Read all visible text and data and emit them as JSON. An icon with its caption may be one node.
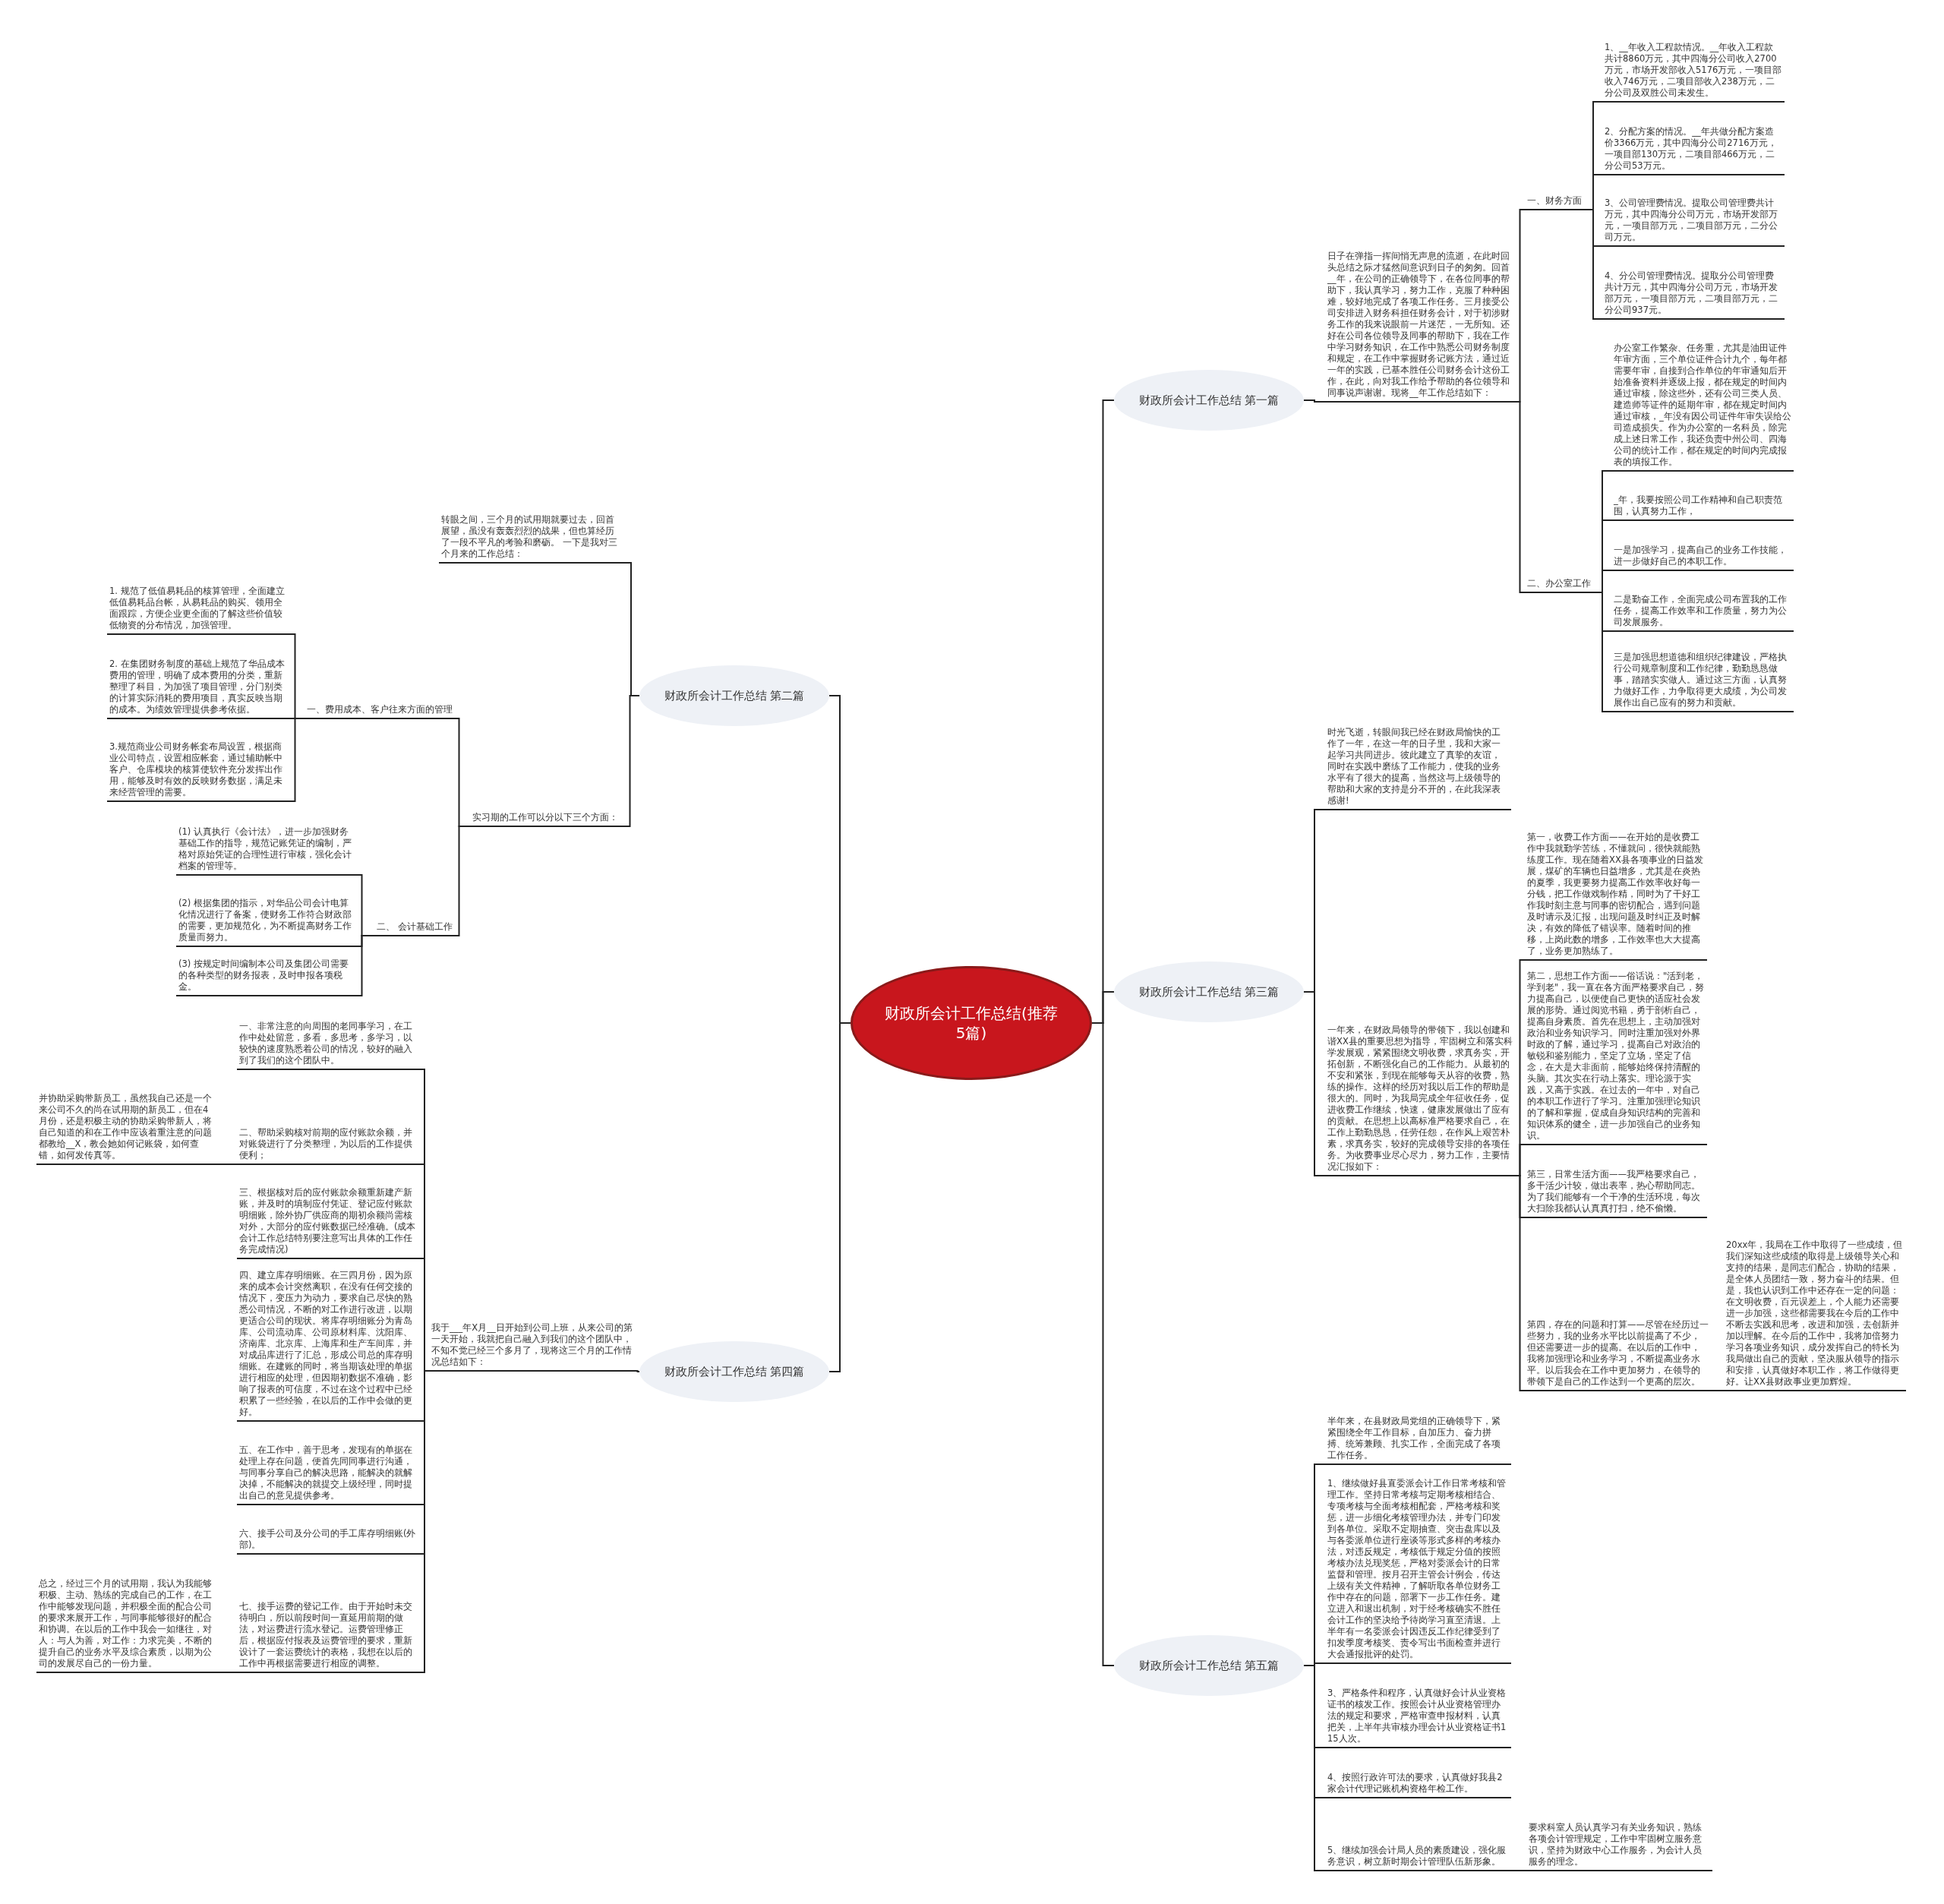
{
  "diagram": {
    "nodes": [
      {
        "text": [
          "财政所会计工作总结(推荐5篇)"
        ]
      },
      {
        "text": [
          "财政所会计工作总结 第一篇"
        ]
      },
      {
        "text": [
          "日子在弹指一挥间悄无声息的流逝，在此时回头总结之际才猛然间意识到日子的匆匆。回首__年，在公司的正确领导下，在各位同事的帮助下，我认真学习，努力工作，克服了种种困难，较好地完成了各项工作任务。三月接受公司安排进入财务科担任财务会计，对于初涉财务工作的我来说眼前一片迷茫，一无所知。还好在公司各位领导及同事的帮助下，我在工作中学习财务知识，在工作中熟悉公司财务制度和规定，在工作中掌握财务记账方法，通过近一年的实践，已基本胜任公司财务会计这份工作，在此，向对我工作给予帮助的各位领导和同事说声谢谢。现将__年工作总结如下："
        ]
      },
      {
        "text": [
          "一、财务方面"
        ]
      },
      {
        "text": [
          "1、__年收入工程款情况。__年收入工程款共计8860万元，其中四海分公司收入2700万元，市场开发部收入5176万元，一项目部收入746万元，二项目部收入238万元，二分公司及双胜公司未发生。"
        ]
      },
      {
        "text": [
          "2、分配方案的情况。__年共做分配方案造价3366万元，其中四海分公司2716万元，一项目部130万元，二项目部466万元，二分公司53万元。"
        ]
      },
      {
        "text": [
          "3、公司管理费情况。提取公司管理费共计万元，其中四海分公司万元，市场开发部万元，一项目部万元，二项目部万元，二分公司万元。"
        ]
      },
      {
        "text": [
          "4、分公司管理费情况。提取分公司管理费共计万元，其中四海分公司万元，市场开发部万元，一项目部万元，二项目部万元，二分公司937元。"
        ]
      },
      {
        "text": [
          "二、办公室工作"
        ]
      },
      {
        "text": [
          "办公室工作繁杂、任务重，尤其是油田证件年审方面，三个单位证件合计九个，每年都需要年审，自接到合作单位的年审通知后开始准备资料并逐级上报，都在规定的时间内通过审核，除这些外，还有公司三类人员、建造师等证件的延期年审，都在规定时间内通过审核，_年没有因公司证件年审失误给公司造成损失。作为办公室的一名科员，除完成上述日常工作，我还负责中州公司、四海公司的统计工作，都在规定的时间内完成报表的填报工作。"
        ]
      },
      {
        "text": [
          "_年，我要按照公司工作精神和自己职责范围，认真努力工作，"
        ]
      },
      {
        "text": [
          "一是加强学习，提高自己的业务工作技能，进一步做好自己的本职工作。"
        ]
      },
      {
        "text": [
          "二是勤奋工作，全面完成公司布置我的工作任务，提高工作效率和工作质量，努力为公司发展服务。"
        ]
      },
      {
        "text": [
          "三是加强思想道德和组织纪律建设，严格执行公司规章制度和工作纪律，勤勤恳恳做事，踏踏实实做人。通过这三方面，认真努力做好工作，力争取得更大成绩，为公司发展作出自己应有的努力和贡献。"
        ]
      },
      {
        "text": [
          "财政所会计工作总结 第二篇"
        ]
      },
      {
        "text": [
          "转眼之间，三个月的试用期就要过去，回首展望，虽没有轰轰烈烈的战果，但也算经历了一段不平凡的考验和磨砺。 一下是我对三个月来的工作总结："
        ]
      },
      {
        "text": [
          "实习期的工作可以分以下三个方面："
        ]
      },
      {
        "text": [
          "一、费用成本、客户往来方面的管理"
        ]
      },
      {
        "text": [
          "1. 规范了低值易耗品的核算管理，全面建立低值易耗品台帐，从易耗品的购买、领用全面跟踪，方便企业更全面的了解这些价值较低物资的分布情况，加强管理。"
        ]
      },
      {
        "text": [
          "2. 在集团财务制度的基础上规范了华品成本费用的管理，明确了成本费用的分类，重新整理了科目，为加强了项目管理，分门别类的计算实际消耗的费用项目，真实反映当期的成本。为绩效管理提供参考依据。"
        ]
      },
      {
        "text": [
          "3.规范商业公司财务帐套布局设置，根据商业公司特点，设置相应帐套，通过辅助帐中客户、仓库模块的核算使软件充分发挥出作用，能够及时有效的反映财务数据，满足未来经营管理的需要。"
        ]
      },
      {
        "text": [
          "二、 会计基础工作"
        ]
      },
      {
        "text": [
          "(1) 认真执行《会计法》，进一步加强财务基础工作的指导，规范记账凭证的编制，严格对原始凭证的合理性进行审核，强化会计档案的管理等。"
        ]
      },
      {
        "text": [
          "(2) 根据集团的指示，对华品公司会计电算化情况进行了备案，使财务工作符合财政部的需要，更加规范化，为不断提高财务工作质量而努力。"
        ]
      },
      {
        "text": [
          "(3) 按规定时间编制本公司及集团公司需要的各种类型的财务报表，及时申报各项税金。"
        ]
      },
      {
        "text": [
          "财政所会计工作总结 第三篇"
        ]
      },
      {
        "text": [
          "时光飞逝，转眼间我已经在财政局愉快的工作了一年，在这一年的日子里，我和大家一起学习共同进步。彼此建立了真挚的友谊，同时在实践中磨练了工作能力，使我的业务水平有了很大的提高，当然这与上级领导的帮助和大家的支持是分不开的，在此我深表感谢!"
        ]
      },
      {
        "text": [
          "一年来，在财政局领导的带领下，我以创建和谐XX县的重要思想为指导，牢固树立和落实科学发展观，紧紧围绕文明收费，求真务实，开拓创新，不断强化自己的工作能力。从最初的不安和紧张，到现在能够每天从容的收费，熟练的操作。这样的经历对我以后工作的帮助是很大的。同时，为我局完成全年征收任务，促进收费工作继续，快速，健康发展做出了应有的贡献。在思想上以高标准严格要求自己，在工作上勤勤恳恳，任劳任怨，在作风上艰苦朴素，求真务实，较好的完成领导安排的各项任务。为收费事业尽心尽力，努力工作，主要情况汇报如下："
        ]
      },
      {
        "text": [
          "第一，收费工作方面——在开始的是收费工作中我就勤学苦练，不懂就问，很快就能熟练度工作。现在随着XX县各项事业的日益发展，煤矿的车辆也日益增多，尤其是在炎热的夏季，我更要努力提高工作效率收好每一分钱，把工作做戏制作精，同时为了干好工作我时刻主意与同事的密切配合，遇到问题及时请示及汇报，出现问题及时纠正及时解决，有效的降低了错误率。随着时间的推移，上岗此数的增多，工作效率也大大提高了，业务更加熟练了。"
        ]
      },
      {
        "text": [
          "第二，思想工作方面——俗话说：\"活到老，学到老\"，我一直在各方面严格要求自己，努力提高自己，以便使自己更快的适应社会发展的形势。通过阅览书籍，勇于剖析自己，提高自身素质。首先在思想上，主动加强对政治和业务知识学习。同时注重加强对外界时政的了解，通过学习，提高自己对政治的敏锐和鉴别能力，坚定了立场，坚定了信念，在大是大非面前，能够始终保持清醒的头脑。其次实在行动上落实。理论源于实践，又高于实践。在过去的一年中，对自己的本职工作进行了学习。注重加强理论知识的了解和掌握，促成自身知识结构的完善和知识体系的健全，进一步加强自己的业务知识。"
        ]
      },
      {
        "text": [
          "第三，日常生活方面——我严格要求自己，多干活少计较，做出表率，热心帮助同志。为了我们能够有一个干净的生活环境，每次大扫除我都认认真真打扫，绝不偷懒。"
        ]
      },
      {
        "text": [
          "第四，存在的问题和打算——尽管在经历过一些努力，我的业务水平比以前提高了不少，但还需要进一步的提高。在以后的工作中，我将加强理论和业务学习，不断提高业务水平。以后我会在工作中更加努力，在领导的带领下是自己的工作达到一个更高的层次。"
        ]
      },
      {
        "text": [
          "20xx年，我局在工作中取得了一些成绩，但我们深知这些成绩的取得是上级领导关心和支持的结果，是同志们配合，协助的结果，是全体人员团结一致，努力奋斗的结果。但是，我也认识到工作中还存在一定的问题：在文明收费，百元误差上，个人能力还需要进一步加强，这些都需要我在今后的工作中不断去实践和思考，改进和加强，去创新并加以理解。在今后的工作中，我将加倍努力学习各项业务知识，成分发挥自己的特长为我局做出自己的贡献，坚决服从领导的指示和安排，认真做好本职工作，将工作做得更好。让XX县财政事业更加辉煌。"
        ]
      },
      {
        "text": [
          "财政所会计工作总结 第四篇"
        ]
      },
      {
        "text": [
          "我于___年X月__日开始到公司上班，从来公司的第一天开始，我就把自己融入到我们的这个团队中，不知不觉已经三个多月了，现将这三个月的工作情况总结如下："
        ]
      },
      {
        "text": [
          "一、非常注意的向周围的老同事学习，在工作中处处留意，多看，多思考，多学习，以较快的速度熟悉着公司的情况，较好的融入到了我们的这个团队中。"
        ]
      },
      {
        "text": [
          "二、帮助采购核对前期的应付账款余额，并对账袋进行了分类整理，为以后的工作提供便利；"
        ]
      },
      {
        "text": [
          "并协助采购带新员工，虽然我自己还是一个来公司不久的尚在试用期的新员工，但在4月份，还是积极主动的协助采购带新人，将自己知道的和在工作中应该着重注意的问题都教给__X，教会她如何记账袋，如何查错，如何发传真等。"
        ]
      },
      {
        "text": [
          "三、根据核对后的应付账款余额重新建产新账，并及时的填制应付凭证、登记应付账款明细账，除外协厂供应商的期初余额尚需核对外，大部分的应付账数据已经准确。(成本会计工作总结特别要注意写出具体的工作任务完成情况)"
        ]
      },
      {
        "text": [
          "四、建立库存明细账。在三四月份，因为原来的成本会计突然离职，在没有任何交接的情况下，变压力为动力，要求自己尽快的熟悉公司情况，不断的对工作进行改进，以期更适合公司的现状。将库存明细账分为青岛库、公司流动库、公司原材料库、沈阳库、济南库、北京库、上海库和生产车间库，并对成品库进行了汇总，形成公司总的库存明细账。在建账的同时，将当期该处理的单据进行相应的处理，但因期初数据不准确，影响了报表的可信度，不过在这个过程中已经积累了一些经验，在以后的工作中会做的更好。"
        ]
      },
      {
        "text": [
          "五、在工作中，善于思考，发现有的单据在处理上存在问题，便首先同同事进行沟通，与同事分享自己的解决思路，能解决的就解决掉，不能解决的就提交上级经理，同时提出自己的意见提供参考。"
        ]
      },
      {
        "text": [
          "六、接手公司及分公司的手工库存明细账(外部)。"
        ]
      },
      {
        "text": [
          "七、接手运费的登记工作。由于开始时未交待明白，所以前段时间一直延用前期的做法，对运费进行流水登记。运费管理修正后，根据应付报表及运费管理的要求，重新设计了一套运费统计的表格，我想在以后的工作中再根据需要进行相应的调整。"
        ]
      },
      {
        "text": [
          "总之，经过三个月的试用期，我认为我能够积极、主动、熟练的完成自己的工作，在工作中能够发现问题，并积极全面的配合公司的要求来展开工作，与同事能够很好的配合和协调。在以后的工作中我会一如继往，对人：与人为善，对工作：力求完美，不断的提升自己的业务水平及综合素质，以期为公司的发展尽自己的一份力量。"
        ]
      },
      {
        "text": [
          "财政所会计工作总结 第五篇"
        ]
      },
      {
        "text": [
          "半年来，在县财政局党组的正确领导下，紧紧围绕全年工作目标，自加压力、奋力拼搏、统筹兼顾、扎实工作，全面完成了各项工作任务。"
        ]
      },
      {
        "text": [
          "1、继续做好县直委派会计工作日常考核和管理工作。坚持日常考核与定期考核相结合、专项考核与全面考核相配套，严格考核和奖惩，进一步细化考核管理办法，并专门印发到各单位。采取不定期抽查、突击盘库以及与各委派单位进行座谈等形式多样的考核办法，对违反规定，考核低于规定分值的按照考核办法兑现奖惩，严格对委派会计的日常监督和管理。按月召开主管会计例会，传达上级有关文件精神，了解听取各单位财务工作中存在的问题，部署下一步工作任务。建立进入和退出机制，对于经考核确实不胜任会计工作的坚决给予待岗学习直至清退。上半年有一名委派会计因违反工作纪律受到了扣发季度考核奖、责令写出书面检查并进行大会通报批评的处罚。"
        ]
      },
      {
        "text": [
          "3、严格条件和程序，认真做好会计从业资格证书的核发工作。按照会计从业资格管理办法的规定和要求，严格审查申报材料，认真把关，上半年共审核办理会计从业资格证书115人次。"
        ]
      },
      {
        "text": [
          "4、按照行政许可法的要求，认真做好我县2家会计代理记账机构资格年检工作。"
        ]
      },
      {
        "text": [
          "5、继续加强会计局人员的素质建设，强化服务意识，树立新时期会计管理队伍新形象。"
        ]
      },
      {
        "text": [
          "要求科室人员认真学习有关业务知识，熟练各项会计管理规定，工作中牢固树立服务意识，坚持为财政中心工作服务，为会计人员服务的理念。"
        ]
      }
    ],
    "edges": [
      {
        "from": 0,
        "to": 1,
        "arrow": "none"
      },
      {
        "from": 0,
        "to": 14,
        "arrow": "none"
      },
      {
        "from": 0,
        "to": 25,
        "arrow": "none"
      },
      {
        "from": 0,
        "to": 33,
        "arrow": "none"
      },
      {
        "from": 0,
        "to": 44,
        "arrow": "none"
      },
      {
        "from": 1,
        "to": 2,
        "arrow": "none"
      },
      {
        "from": 2,
        "to": 3,
        "arrow": "none"
      },
      {
        "from": 3,
        "to": 4,
        "arrow": "none"
      },
      {
        "from": 3,
        "to": 5,
        "arrow": "none"
      },
      {
        "from": 3,
        "to": 6,
        "arrow": "none"
      },
      {
        "from": 3,
        "to": 7,
        "arrow": "none"
      },
      {
        "from": 2,
        "to": 8,
        "arrow": "none"
      },
      {
        "from": 8,
        "to": 9,
        "arrow": "none"
      },
      {
        "from": 8,
        "to": 10,
        "arrow": "none"
      },
      {
        "from": 8,
        "to": 11,
        "arrow": "none"
      },
      {
        "from": 8,
        "to": 12,
        "arrow": "none"
      },
      {
        "from": 8,
        "to": 13,
        "arrow": "none"
      },
      {
        "from": 14,
        "to": 15,
        "arrow": "none"
      },
      {
        "from": 14,
        "to": 16,
        "arrow": "none"
      },
      {
        "from": 16,
        "to": 17,
        "arrow": "none"
      },
      {
        "from": 17,
        "to": 18,
        "arrow": "none"
      },
      {
        "from": 17,
        "to": 19,
        "arrow": "none"
      },
      {
        "from": 17,
        "to": 20,
        "arrow": "none"
      },
      {
        "from": 16,
        "to": 21,
        "arrow": "none"
      },
      {
        "from": 21,
        "to": 22,
        "arrow": "none"
      },
      {
        "from": 21,
        "to": 23,
        "arrow": "none"
      },
      {
        "from": 21,
        "to": 24,
        "arrow": "none"
      },
      {
        "from": 25,
        "to": 26,
        "arrow": "none"
      },
      {
        "from": 25,
        "to": 27,
        "arrow": "none"
      },
      {
        "from": 27,
        "to": 28,
        "arrow": "none"
      },
      {
        "from": 27,
        "to": 29,
        "arrow": "none"
      },
      {
        "from": 27,
        "to": 30,
        "arrow": "none"
      },
      {
        "from": 27,
        "to": 31,
        "arrow": "none"
      },
      {
        "from": 31,
        "to": 32,
        "arrow": "none"
      },
      {
        "from": 33,
        "to": 34,
        "arrow": "none"
      },
      {
        "from": 34,
        "to": 35,
        "arrow": "none"
      },
      {
        "from": 34,
        "to": 36,
        "arrow": "none"
      },
      {
        "from": 36,
        "to": 37,
        "arrow": "none"
      },
      {
        "from": 34,
        "to": 38,
        "arrow": "none"
      },
      {
        "from": 34,
        "to": 39,
        "arrow": "none"
      },
      {
        "from": 34,
        "to": 40,
        "arrow": "none"
      },
      {
        "from": 34,
        "to": 41,
        "arrow": "none"
      },
      {
        "from": 34,
        "to": 42,
        "arrow": "none"
      },
      {
        "from": 42,
        "to": 43,
        "arrow": "none"
      },
      {
        "from": 44,
        "to": 45,
        "arrow": "none"
      },
      {
        "from": 44,
        "to": 46,
        "arrow": "none"
      },
      {
        "from": 44,
        "to": 47,
        "arrow": "none"
      },
      {
        "from": 44,
        "to": 48,
        "arrow": "none"
      },
      {
        "from": 44,
        "to": 49,
        "arrow": "none"
      },
      {
        "from": 49,
        "to": 50,
        "arrow": "none"
      }
    ]
  }
}
